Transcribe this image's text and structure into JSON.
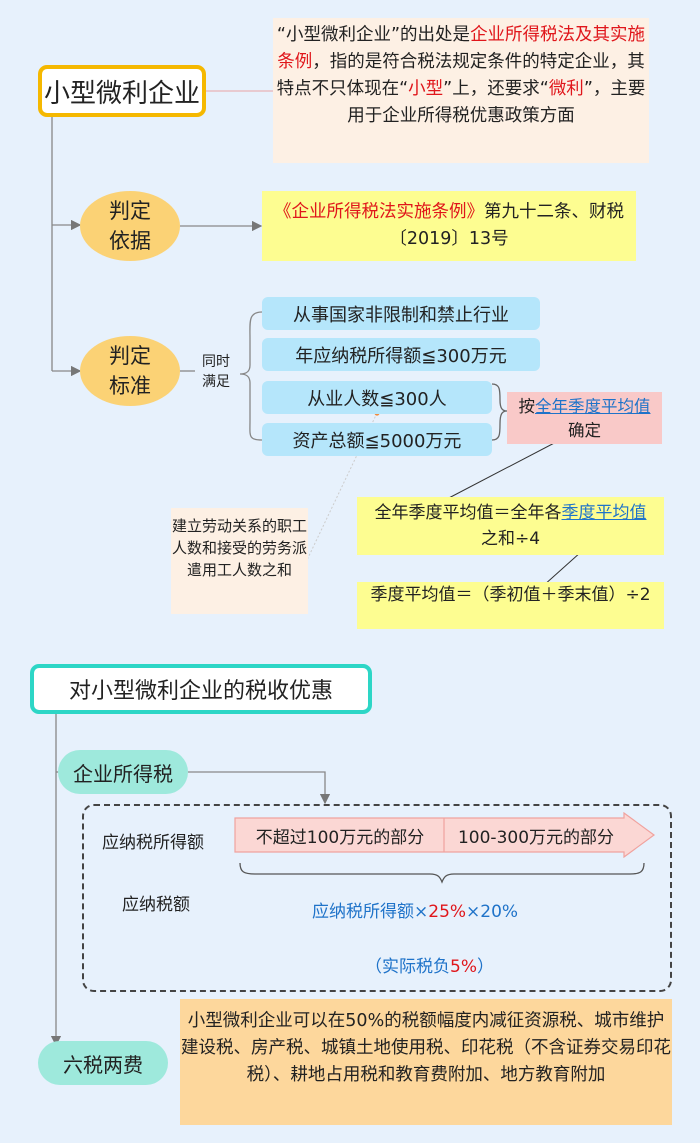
{
  "section1": {
    "title": "小型微利企业",
    "note": {
      "p1": "“小型微利企业”的出处是",
      "p1_red": "企业所得税法及其实施条例",
      "p2": "，指的是符合税法规定条件的特定企业，其特点不只体现在“",
      "p2_red": "小型",
      "p3": "”上，还要求“",
      "p3_red": "微利",
      "p4": "”，主要用于企业所得税优惠政策方面"
    },
    "basis": {
      "label_line1": "判定",
      "label_line2": "依据",
      "text_red": "《企业所得税法实施条例》",
      "text_rest": "第九十二条、财税〔2019〕13号"
    },
    "criteria": {
      "label_line1": "判定",
      "label_line2": "标准",
      "simultaneous_line1": "同时",
      "simultaneous_line2": "满足",
      "items": [
        "从事国家非限制和禁止行业",
        "年应纳税所得额≦300万元",
        "从业人数≦300人",
        "资产总额≦5000万元"
      ],
      "quarter_note_pre": "按",
      "quarter_note_blue": "全年季度平均值",
      "quarter_note_post": "确定",
      "annual_avg_pre": "全年季度平均值＝全年各",
      "annual_avg_blue": "季度平均值",
      "annual_avg_post": "之和÷4",
      "quarter_avg": "季度平均值＝（季初值＋季末值）÷2",
      "worker_note": "建立劳动关系的职工人数和接受的劳务派遣用工人数之和"
    }
  },
  "section2": {
    "title": "对小型微利企业的税收优惠",
    "cit": {
      "label": "企业所得税",
      "taxable_income_label": "应纳税所得额",
      "bracket1": "不超过100万元的部分",
      "bracket2": "100-300万元的部分",
      "tax_payable_label": "应纳税额",
      "formula_pre": "应纳税所得额×",
      "formula_red": "25%",
      "formula_post": "×20%",
      "effective_pre": "（实际税负",
      "effective_red": "5%",
      "effective_post": "）"
    },
    "six_taxes": {
      "label": "六税两费",
      "text": "小型微利企业可以在50%的税额幅度内减征资源税、城市维护建设税、房产税、城镇土地使用税、印花税（不含证券交易印花税）、耕地占用税和教育费附加、地方教育附加"
    }
  },
  "colors": {
    "accent_red": "#e0161b",
    "accent_blue": "#1f73c9",
    "title1_border": "#f5b800",
    "title2_border": "#2dd6c6"
  }
}
